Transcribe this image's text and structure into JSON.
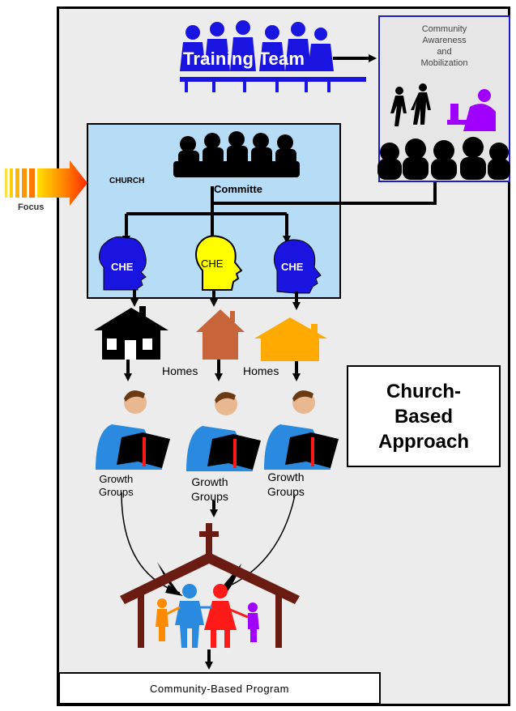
{
  "training_team": {
    "label": "Training Team"
  },
  "community_awareness": {
    "lines": [
      "Community",
      "Awareness",
      "and",
      "Mobilization"
    ]
  },
  "focus": {
    "label": "Focus"
  },
  "church": {
    "label": "CHURCH",
    "committee_label": "Committe"
  },
  "che_labels": [
    "CHE",
    "CHE",
    "CHE"
  ],
  "homes": [
    "Homes",
    "Homes"
  ],
  "growth_groups": [
    {
      "line1": "Growth",
      "line2": "Groups"
    },
    {
      "line1": "Growth",
      "line2": "Groups"
    },
    {
      "line1": "Growth",
      "line2": "Groups"
    }
  ],
  "title": {
    "line1": "Church-",
    "line2": "Based",
    "line3": "Approach"
  },
  "program": {
    "label": "Community-Based Program"
  },
  "colors": {
    "training_blue": "#1a14e0",
    "church_box": "#b7dcf6",
    "che_blue": "#1a14e0",
    "che_yellow": "#ffff00",
    "house_brown": "#c8643a",
    "house_orange": "#ffaa00",
    "church_frame": "#6b1c12",
    "purple": "#a000ff",
    "person_orange": "#ff8a00",
    "person_blue": "#2a8ae0",
    "person_red": "#ff1a1a"
  },
  "icons": [
    "meeting-group-icon",
    "walking-people-icon",
    "microscope-icon",
    "crowd-icon",
    "committee-silhouette-icon",
    "head-profile-icon",
    "house-icon",
    "reading-man-icon",
    "church-building-icon",
    "family-icon",
    "focus-arrow-icon"
  ]
}
